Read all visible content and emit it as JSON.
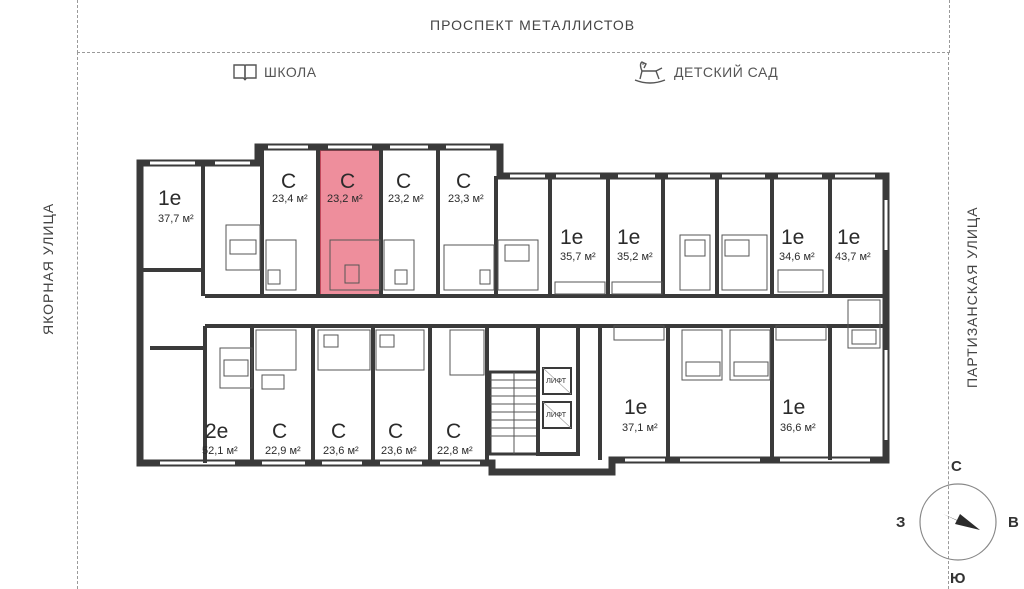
{
  "streets": {
    "north": "ПРОСПЕКТ МЕТАЛЛИСТОВ",
    "west": "ЯКОРНАЯ УЛИЦА",
    "east": "ПАРТИЗАНСКАЯ УЛИЦА"
  },
  "landmarks": {
    "school": {
      "label": "ШКОЛА",
      "icon": "book-icon"
    },
    "kindergarten": {
      "label": "ДЕТСКИЙ САД",
      "icon": "rocking-horse-icon"
    }
  },
  "colors": {
    "wall": "#3a3a3a",
    "highlight": "#ee8e9c",
    "highlight_border": "#c2485c"
  },
  "apartments": {
    "a1": {
      "type": "1е",
      "area": "37,7 м²"
    },
    "a2": {
      "type": "С",
      "area": "23,4 м²"
    },
    "a3": {
      "type": "С",
      "area": "23,2 м²",
      "selected": true
    },
    "a4": {
      "type": "С",
      "area": "23,2 м²"
    },
    "a5": {
      "type": "С",
      "area": "23,3 м²"
    },
    "a6": {
      "type": "1е",
      "area": "35,7 м²"
    },
    "a7": {
      "type": "1е",
      "area": "35,2 м²"
    },
    "a8": {
      "type": "1е",
      "area": "34,6 м²"
    },
    "a9": {
      "type": "1е",
      "area": "43,7 м²"
    },
    "b1": {
      "type": "2е",
      "area": "52,1 м²"
    },
    "b2": {
      "type": "С",
      "area": "22,9 м²"
    },
    "b3": {
      "type": "С",
      "area": "23,6 м²"
    },
    "b4": {
      "type": "С",
      "area": "23,6 м²"
    },
    "b5": {
      "type": "С",
      "area": "22,8 м²"
    },
    "b6": {
      "type": "1е",
      "area": "37,1 м²"
    },
    "b7": {
      "type": "1е",
      "area": "36,6 м²"
    }
  },
  "lift": {
    "label1": "ЛИФТ",
    "label2": "ЛИФТ"
  },
  "compass": {
    "north": "С",
    "south": "Ю",
    "west": "З",
    "east": "В"
  }
}
